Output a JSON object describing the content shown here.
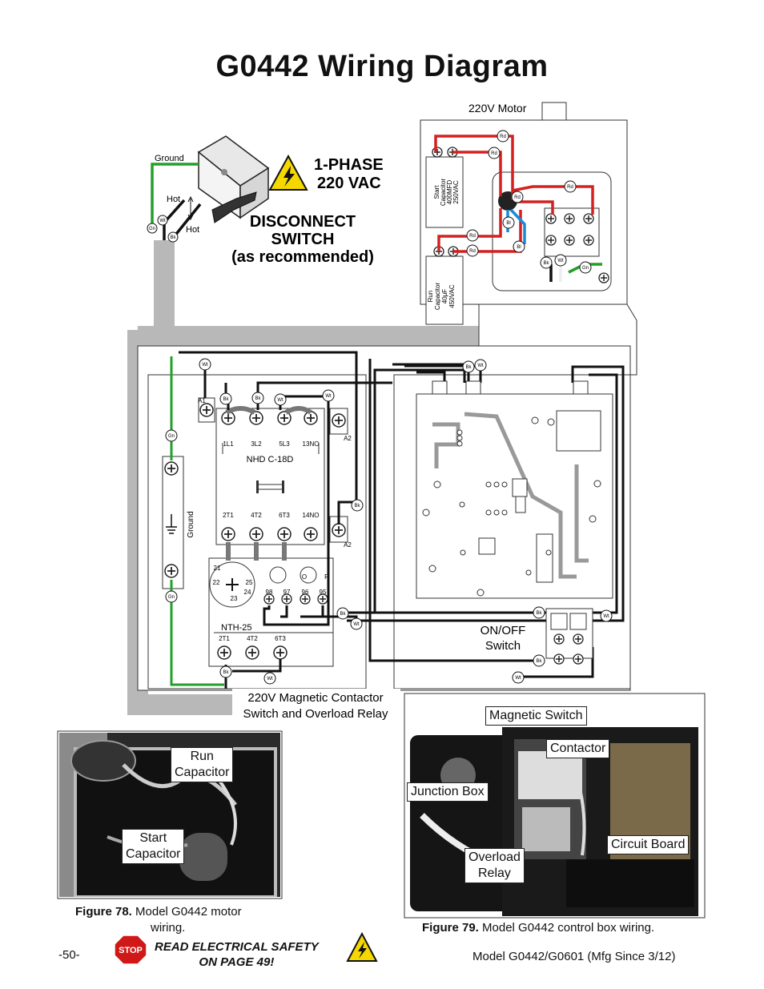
{
  "title": "G0442 Wiring Diagram",
  "disconnect": {
    "phase_line1": "1-PHASE",
    "phase_line2": "220 VAC",
    "switch_line1": "DISCONNECT",
    "switch_line2": "SWITCH",
    "switch_line3": "(as recommended)",
    "ground": "Ground",
    "hot1": "Hot",
    "hot2": "Hot"
  },
  "motor": {
    "label": "220V Motor",
    "start_cap": [
      "Start",
      "Capacitor",
      "400MFD",
      "250VAC"
    ],
    "run_cap": [
      "Run",
      "Capacitor",
      "40μF",
      "450VAC"
    ]
  },
  "wire_tags": {
    "rd": "Rd",
    "bl": "Bl",
    "bk": "Bk",
    "wt": "Wt",
    "gn": "Gn"
  },
  "contactor": {
    "model": "NHD C-18D",
    "top_terminals": [
      "1L1",
      "3L2",
      "5L3",
      "13NO"
    ],
    "bottom_terminals": [
      "2T1",
      "4T2",
      "6T3",
      "14NO"
    ],
    "a1": "A1",
    "a2": "A2",
    "a2b": "A2",
    "ground": "Ground"
  },
  "overload": {
    "model": "NTH-25",
    "dial": [
      "21",
      "22",
      "23",
      "24",
      "25"
    ],
    "aux": [
      "98",
      "97",
      "96",
      "95"
    ],
    "o": "O",
    "r": "R",
    "out_terminals": [
      "2T1",
      "4T2",
      "6T3"
    ]
  },
  "onoff": {
    "line1": "ON/OFF",
    "line2": "Switch"
  },
  "box_caption": {
    "line1": "220V Magnetic Contactor",
    "line2": "Switch and Overload Relay"
  },
  "fig78": {
    "run": "Run\nCapacitor",
    "start": "Start\nCapacitor",
    "caption_bold": "Figure 78.",
    "caption": " Model G0442 motor",
    "caption2": "wiring."
  },
  "fig79": {
    "magnetic": "Magnetic Switch",
    "contactor": "Contactor",
    "junction": "Junction Box",
    "overload": "Overload\nRelay",
    "circuit": "Circuit Board",
    "caption_bold": "Figure 79.",
    "caption": " Model G0442 control box wiring."
  },
  "footer": {
    "page": "-50-",
    "stop": "STOP",
    "warn_line1": "READ ELECTRICAL SAFETY",
    "warn_line2": "ON PAGE 49!",
    "model": "Model G0442/G0601 (Mfg Since 3/12)"
  },
  "colors": {
    "red": "#d42020",
    "blue": "#1a8ad8",
    "green": "#22a02a",
    "conduit": "#b8b8b8",
    "black": "#111111",
    "warn_yellow": "#f5d800",
    "stop_red": "#d01818"
  }
}
